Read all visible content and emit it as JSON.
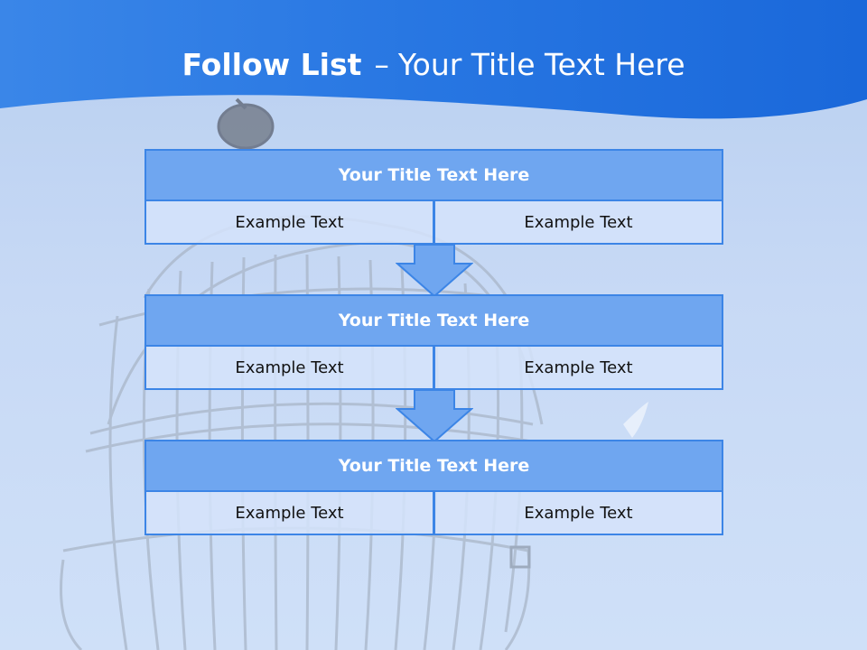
{
  "header": {
    "title_bold": "Follow List",
    "title_separator": "–",
    "title_rest": "Your Title Text Here"
  },
  "steps": [
    {
      "title": "Your Title Text Here",
      "left": "Example Text",
      "right": "Example Text"
    },
    {
      "title": "Your Title Text Here",
      "left": "Example Text",
      "right": "Example Text"
    },
    {
      "title": "Your Title Text Here",
      "left": "Example Text",
      "right": "Example Text"
    }
  ],
  "colors": {
    "header_blue": "#1e6fe0",
    "box_fill": "#6fa6f0",
    "box_border": "#3c85e6",
    "cell_fill": "#d5e3fa"
  },
  "icons": [
    "birdcage-illustration",
    "down-arrow-icon"
  ]
}
